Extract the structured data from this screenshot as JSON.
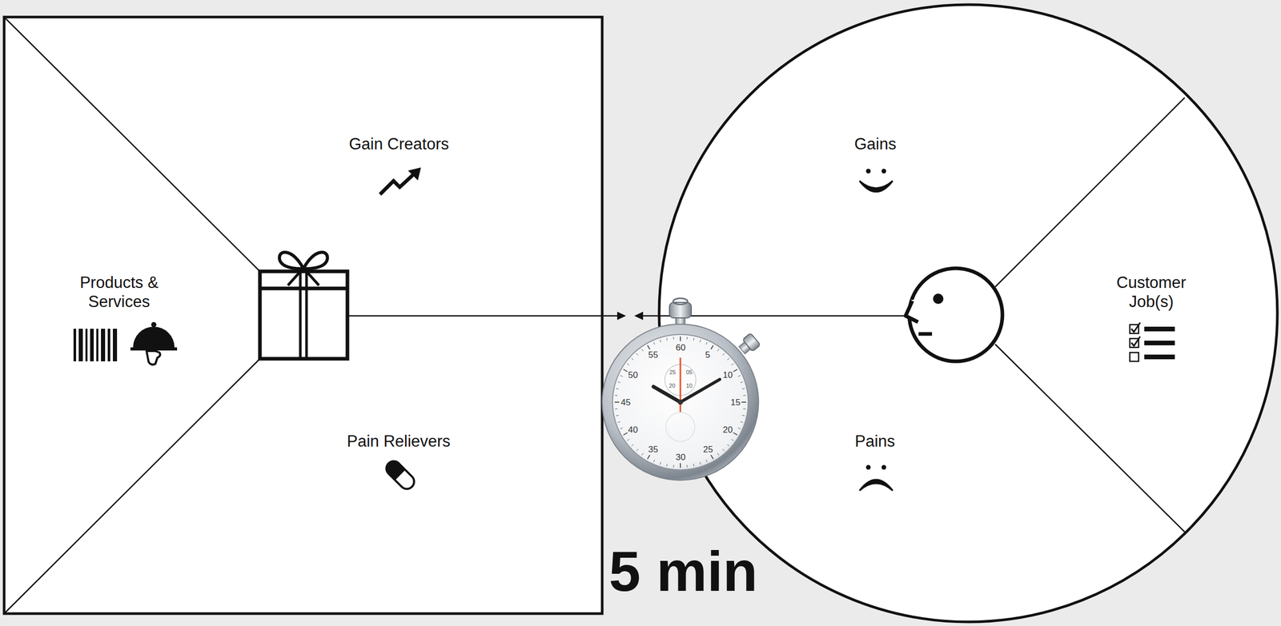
{
  "diagram": {
    "nodes": [
      {
        "text": [
          "Products & Services"
        ]
      },
      {
        "text": [
          "Gain Creators"
        ]
      },
      {
        "text": [
          "Pain Relievers"
        ]
      },
      {
        "text": [
          "Gains"
        ]
      },
      {
        "text": [
          "Pains"
        ]
      },
      {
        "text": [
          "Customer Job(s)"
        ]
      }
    ],
    "labels": [
      "60",
      "5",
      "10",
      "15",
      "20",
      "25",
      "30",
      "35",
      "40",
      "45",
      "50",
      "55",
      "25",
      "05",
      "20",
      "10",
      "5 min"
    ]
  }
}
